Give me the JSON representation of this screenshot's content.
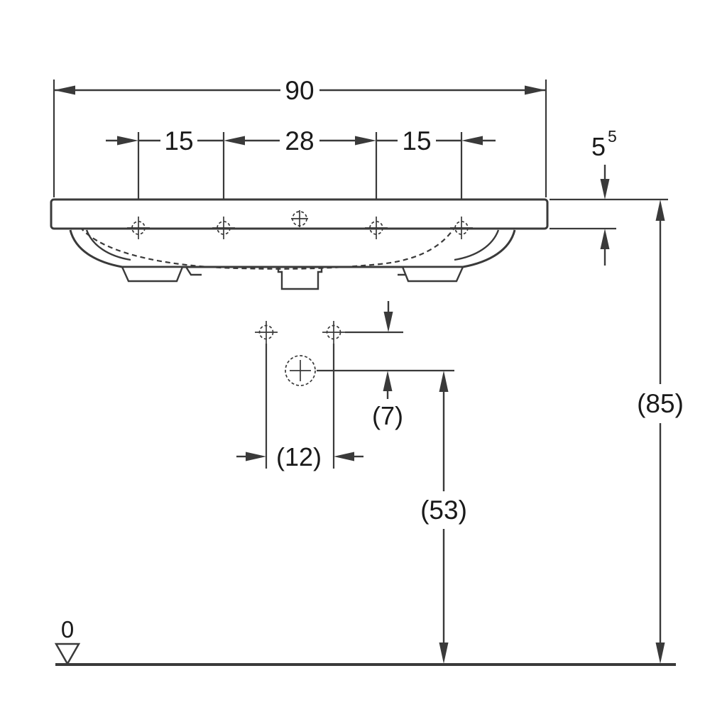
{
  "colors": {
    "line": "#3a3a3a",
    "text": "#1a1a1a",
    "background": "#ffffff"
  },
  "dimensions": {
    "total_width": "90",
    "spacing_left": "15",
    "spacing_center": "28",
    "spacing_right": "15",
    "thickness_base": "5",
    "thickness_exponent": "5",
    "overall_height": "(85)",
    "fixing_offset_vertical": "(7)",
    "fixing_spacing_horizontal": "(12)",
    "outlet_height": "(53)",
    "datum_level": "0"
  }
}
